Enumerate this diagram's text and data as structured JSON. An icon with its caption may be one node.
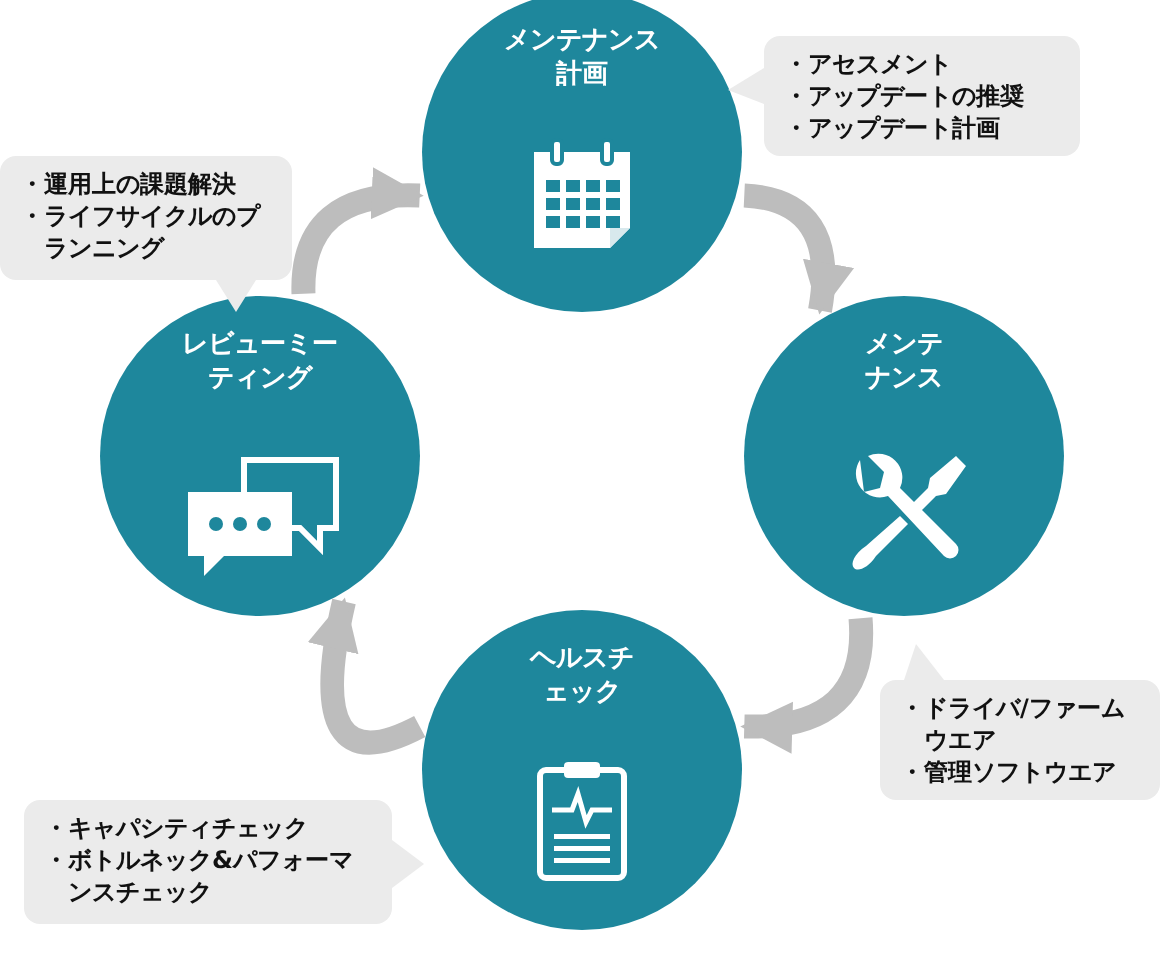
{
  "diagram": {
    "nodes": [
      {
        "text": [
          "メンテナンス計画"
        ]
      },
      {
        "text": [
          "メンテナンス"
        ]
      },
      {
        "text": [
          "ヘルスチェック"
        ]
      },
      {
        "text": [
          "レビューミーティング"
        ]
      },
      {
        "text": [
          "・アセスメント",
          "・アップデートの推奨",
          "・アップデート計画"
        ]
      },
      {
        "text": [
          "・運用上の課題解決",
          "・ライフサイクルのプランニング"
        ]
      },
      {
        "text": [
          "・ドライバ/ファームウエア",
          "・管理ソフトウエア"
        ]
      },
      {
        "text": [
          "・キャパシティチェック",
          "・ボトルネック&パフォーマンスチェック"
        ]
      }
    ],
    "edges": [
      {
        "from": 0,
        "to": 1,
        "arrow": "to"
      },
      {
        "from": 1,
        "to": 2,
        "arrow": "to"
      },
      {
        "from": 2,
        "to": 3,
        "arrow": "to"
      },
      {
        "from": 3,
        "to": 0,
        "arrow": "to"
      }
    ]
  }
}
